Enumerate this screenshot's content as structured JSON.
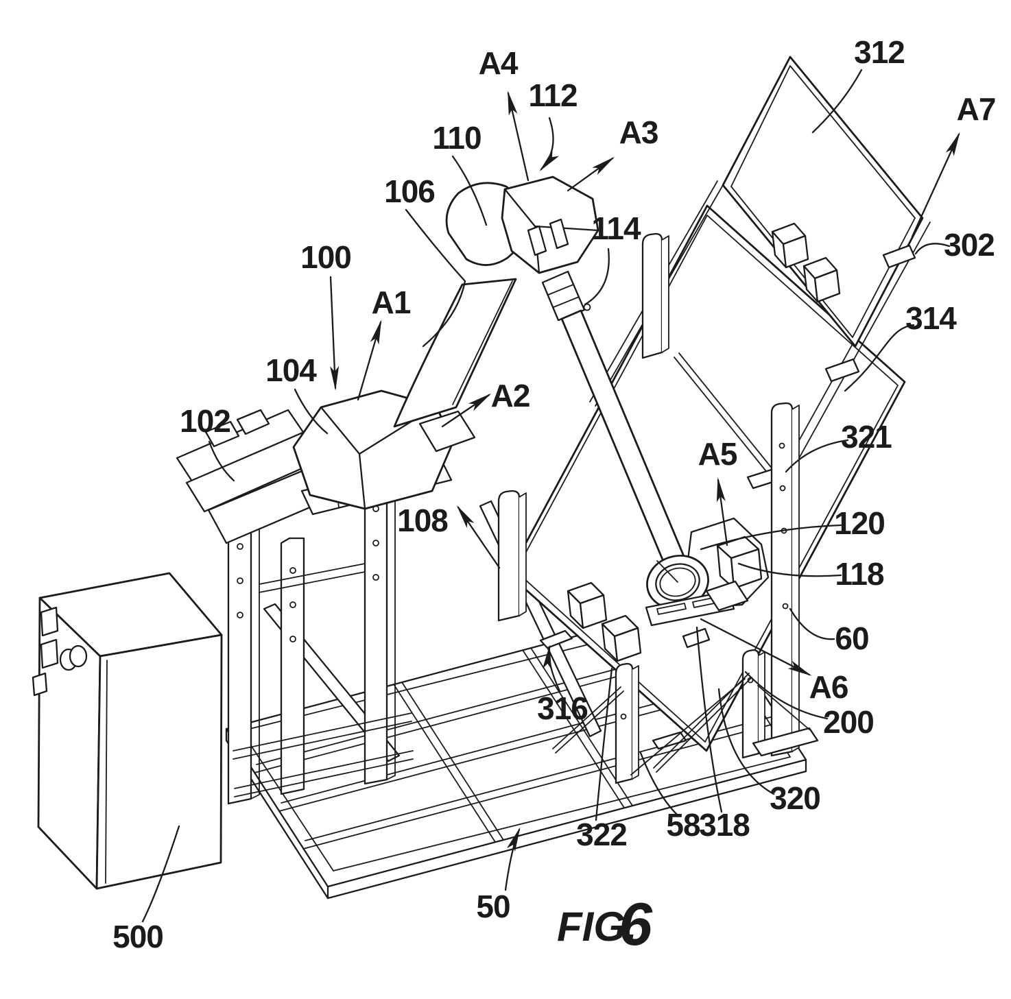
{
  "figure": {
    "caption_word": "FIG.",
    "caption_number": "6",
    "kind": "patent-line-drawing"
  },
  "colors": {
    "ink": "#1b1b1b",
    "background": "#ffffff"
  },
  "labels": [
    {
      "text": "A4"
    },
    {
      "text": "112"
    },
    {
      "text": "110"
    },
    {
      "text": "A3"
    },
    {
      "text": "106"
    },
    {
      "text": "114"
    },
    {
      "text": "312"
    },
    {
      "text": "A7"
    },
    {
      "text": "302"
    },
    {
      "text": "314"
    },
    {
      "text": "100"
    },
    {
      "text": "A1"
    },
    {
      "text": "104"
    },
    {
      "text": "102"
    },
    {
      "text": "A2"
    },
    {
      "text": "321"
    },
    {
      "text": "A5"
    },
    {
      "text": "108"
    },
    {
      "text": "120"
    },
    {
      "text": "118"
    },
    {
      "text": "60"
    },
    {
      "text": "A6"
    },
    {
      "text": "200"
    },
    {
      "text": "316"
    },
    {
      "text": "320"
    },
    {
      "text": "58"
    },
    {
      "text": "318"
    },
    {
      "text": "322"
    },
    {
      "text": "50"
    },
    {
      "text": "500"
    }
  ]
}
